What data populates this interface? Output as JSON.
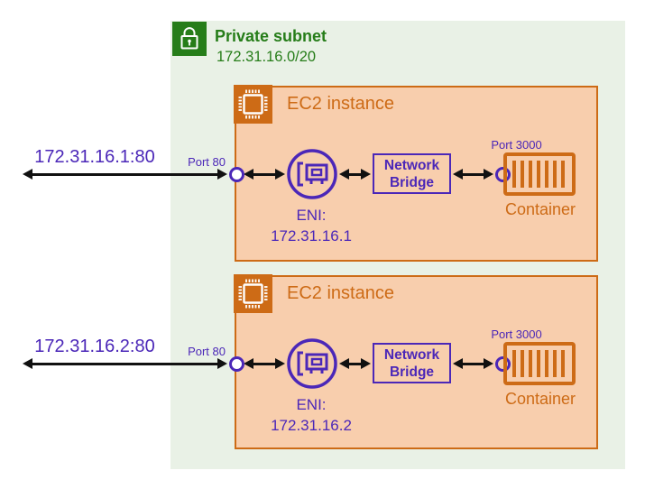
{
  "diagram": {
    "subnet": {
      "label": "Private subnet",
      "cidr": "172.31.16.0/20"
    },
    "instances": [
      {
        "title": "EC2 instance",
        "external_endpoint": "172.31.16.1:80",
        "host_port_label": "Port 80",
        "eni_title": "ENI:",
        "eni_ip": "172.31.16.1",
        "bridge_label": "Network Bridge",
        "container_port_label": "Port 3000",
        "container_label": "Container"
      },
      {
        "title": "EC2 instance",
        "external_endpoint": "172.31.16.2:80",
        "host_port_label": "Port 80",
        "eni_title": "ENI:",
        "eni_ip": "172.31.16.2",
        "bridge_label": "Network Bridge",
        "container_port_label": "Port 3000",
        "container_label": "Container"
      }
    ],
    "icons": {
      "subnet": "lock-icon",
      "instance": "chip-icon",
      "eni": "network-card-icon",
      "container": "container-bars-icon"
    },
    "colors": {
      "subnet_green": "#267d19",
      "subnet_bg": "#e9f1e6",
      "orange": "#cd6b16",
      "instance_bg": "#f8cead",
      "purple": "#4b27b8",
      "arrow_black": "#111111"
    }
  }
}
